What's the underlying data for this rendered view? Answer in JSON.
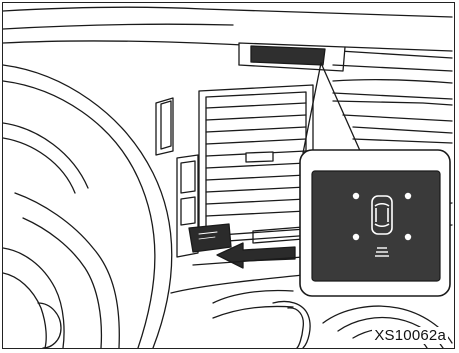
{
  "figure": {
    "reference_code": "XS10062a",
    "subject": "dashboard-center-vents-with-parking-assist-switch",
    "inset_subject": "parking-assist-indicator-display",
    "callout_arrow_subject": "parking-assist-switch",
    "colors": {
      "line": "#1a1a1a",
      "fill_light": "#ffffff",
      "panel_dark": "#3a3a3a",
      "indicator_white": "#ffffff",
      "arrow_fill": "#2b2b2b"
    },
    "icons": [
      "car-top-view-icon",
      "sensor-dot-icon",
      "lines-icon",
      "pointing-arrow-icon"
    ]
  }
}
